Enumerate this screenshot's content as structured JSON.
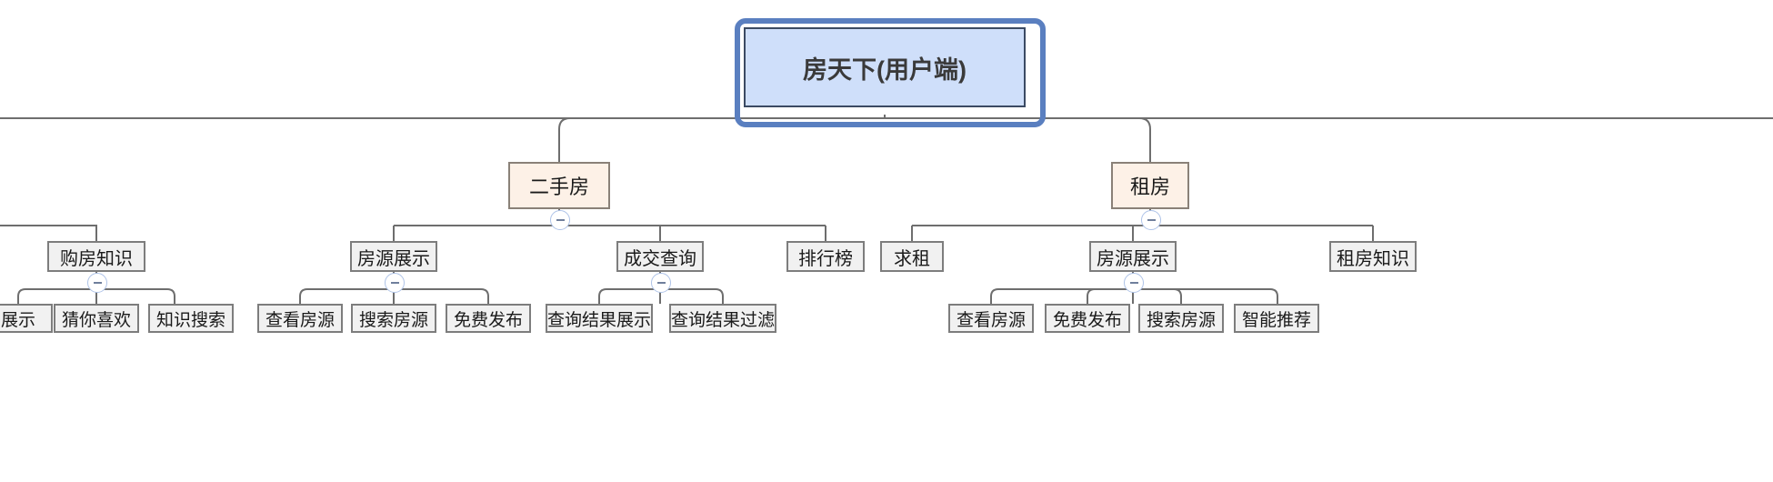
{
  "diagram": {
    "type": "mind-map-tree",
    "orientation": "top-down",
    "colors": {
      "root_fill": "#cfdffa",
      "root_border": "#3b4a63",
      "root_frame": "#5a7fc0",
      "level2_fill": "#fdf1e7",
      "level2_border": "#8a8178",
      "level3_fill": "#f1f1f1",
      "level3_border": "#7d7d7d",
      "leaf_fill": "#f1f1f1",
      "leaf_border": "#7d7d7d",
      "edge": "#6e6e6e",
      "toggle_border": "#aec3e8",
      "background": "#ffffff"
    },
    "root": {
      "label": "房天下(用户端)"
    },
    "toggle_icon": "collapse-minus-icon",
    "branches": [
      {
        "label": "购房知识",
        "level": 3,
        "children": [
          {
            "label": "展示"
          },
          {
            "label": "猜你喜欢"
          },
          {
            "label": "知识搜索"
          }
        ]
      },
      {
        "label": "二手房",
        "level": 2,
        "children": [
          {
            "label": "房源展示",
            "children": [
              {
                "label": "查看房源"
              },
              {
                "label": "搜索房源"
              },
              {
                "label": "免费发布"
              }
            ]
          },
          {
            "label": "成交查询",
            "children": [
              {
                "label": "查询结果展示"
              },
              {
                "label": "查询结果过滤"
              }
            ]
          },
          {
            "label": "排行榜",
            "children": []
          }
        ]
      },
      {
        "label": "租房",
        "level": 2,
        "children": [
          {
            "label": "求租",
            "children": []
          },
          {
            "label": "房源展示",
            "children": [
              {
                "label": "查看房源"
              },
              {
                "label": "免费发布"
              },
              {
                "label": "搜索房源"
              },
              {
                "label": "智能推荐"
              }
            ]
          },
          {
            "label": "租房知识",
            "children": []
          }
        ]
      }
    ],
    "nodes": {
      "root": "房天下(用户端)",
      "n_ershoufang": "二手房",
      "n_zufang": "租房",
      "n_goufangzhishi": "购房知识",
      "n_fangyuanzhanshi_1": "房源展示",
      "n_chengjiaochaxun": "成交查询",
      "n_paihangbang": "排行榜",
      "n_qiuzu": "求租",
      "n_fangyuanzhanshi_2": "房源展示",
      "n_zufangzhishi": "租房知识",
      "leaf_zhanshi": "展示",
      "leaf_caini": "猜你喜欢",
      "leaf_zhishisousuo": "知识搜索",
      "leaf_chakanfangyuan_1": "查看房源",
      "leaf_sousuofangyuan_1": "搜索房源",
      "leaf_mianfeifabu_1": "免费发布",
      "leaf_chaxunjieguozhanshi": "查询结果展示",
      "leaf_chaxunjieguoguolv": "查询结果过滤",
      "leaf_chakanfangyuan_2": "查看房源",
      "leaf_mianfeifabu_2": "免费发布",
      "leaf_sousuofangyuan_2": "搜索房源",
      "leaf_zhinengtuijian": "智能推荐"
    }
  }
}
